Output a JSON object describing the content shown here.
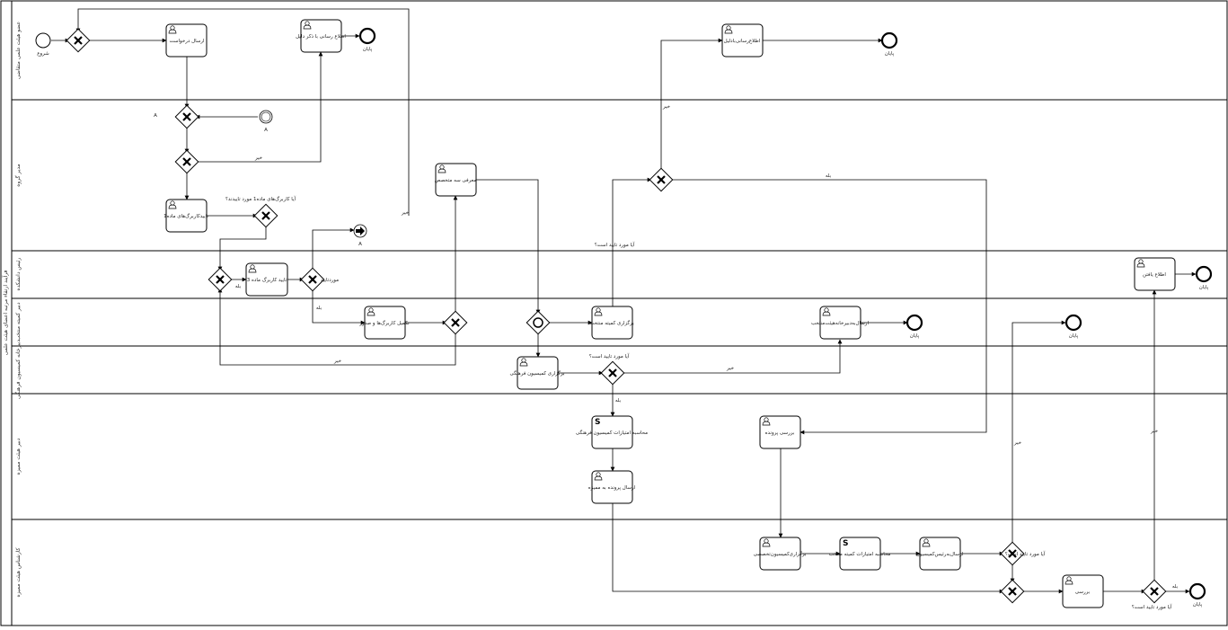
{
  "pool": {
    "label": "فرآیند ارتقاء مرتبه اعضای هیئت علمی"
  },
  "lanes": [
    {
      "label": "عضو هیئت علمی متقاضی"
    },
    {
      "label": "مدیر گروه"
    },
    {
      "label": "رئیس دانشکده"
    },
    {
      "label": "دبیر کمیته منتخب"
    },
    {
      "label": "دبیرخانه کمیسیون فرهنگی"
    },
    {
      "label": "دبیر هیئت ممیزه"
    },
    {
      "label": "کارشناس هیئت ممیزه"
    }
  ],
  "tasks": {
    "t1": "ارسال درخواست",
    "t2": "اطلاع رسانی با ذکر دلیل",
    "t3": "اطلاع‌رسانی‌با‌دلیل",
    "t4": "تاییدکاربرگ‌های ماده1",
    "t5": "معرفی سه متخصص",
    "t6": "تایید کاربرگ ماده 3",
    "t7": "تکمیل کاربرگ‌ها و صدور",
    "t8": "برگزاری کمیته منتخب",
    "t9": "ارسال‌به‌دبیرخانه‌هیئت‌منتخب",
    "t10": "اطلاع یافتن",
    "t11": "برگزاری کمیسیون فرهنگی",
    "t12": "محاسبه امتیازات کمیسیون فرهنگی",
    "t13": "ارسال پرونده به ممیزه",
    "t14": "بررسی پرونده",
    "t15": "برگزاری‌کمیسیون‌تخصصی",
    "t16": "محاسبه امتیازات کمیته منتخب",
    "t17": "ارسال‌به‌رئیس‌کمیسیون",
    "t18": "بررسی"
  },
  "labels": {
    "start": "شروع",
    "end": "پایان",
    "a": "A",
    "yes": "بله",
    "no": "خیر",
    "q_items": "آیا کاربرگ‌های ماده1 مورد تاییدند؟",
    "q_approved": "آیا مورد تایید است؟",
    "approved": "موردتایید"
  },
  "colors": {
    "stroke": "#000000",
    "lane_line": "#000000",
    "fill": "#ffffff"
  }
}
